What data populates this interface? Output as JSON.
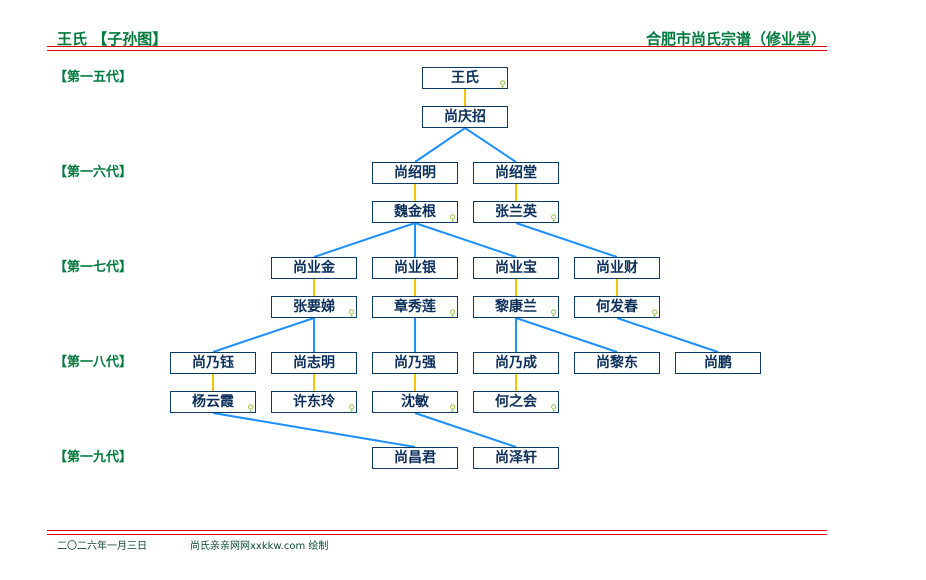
{
  "header": {
    "left": "王氏 【子孙图】",
    "right": "合肥市尚氏宗谱（修业堂）"
  },
  "generations": [
    "【第一五代】",
    "【第一六代】",
    "【第一七代】",
    "【第一八代】",
    "【第一九代】"
  ],
  "persons": {
    "p1": "王氏",
    "p2": "尚庆招",
    "p3": "尚绍明",
    "p4": "尚绍堂",
    "p5": "魏金根",
    "p6": "张兰英",
    "p7": "尚业金",
    "p8": "尚业银",
    "p9": "尚业宝",
    "p10": "尚业财",
    "p11": "张要娣",
    "p12": "章秀莲",
    "p13": "黎康兰",
    "p14": "何发春",
    "p15": "尚乃钰",
    "p16": "尚志明",
    "p17": "尚乃强",
    "p18": "尚乃成",
    "p19": "尚黎东",
    "p20": "尚鹏",
    "p21": "杨云霞",
    "p22": "许东玲",
    "p23": "沈敏",
    "p24": "何之会",
    "p25": "尚昌君",
    "p26": "尚泽轩"
  },
  "female_mark": "♀",
  "footer": {
    "date": "二〇二六年一月三日",
    "credit": "尚氏亲亲网网xxkkw.com 绘制"
  },
  "colors": {
    "spouse_line": "#f5c400",
    "child_line": "#1e90ff",
    "title": "#007a3d",
    "rule": "#e00000"
  }
}
